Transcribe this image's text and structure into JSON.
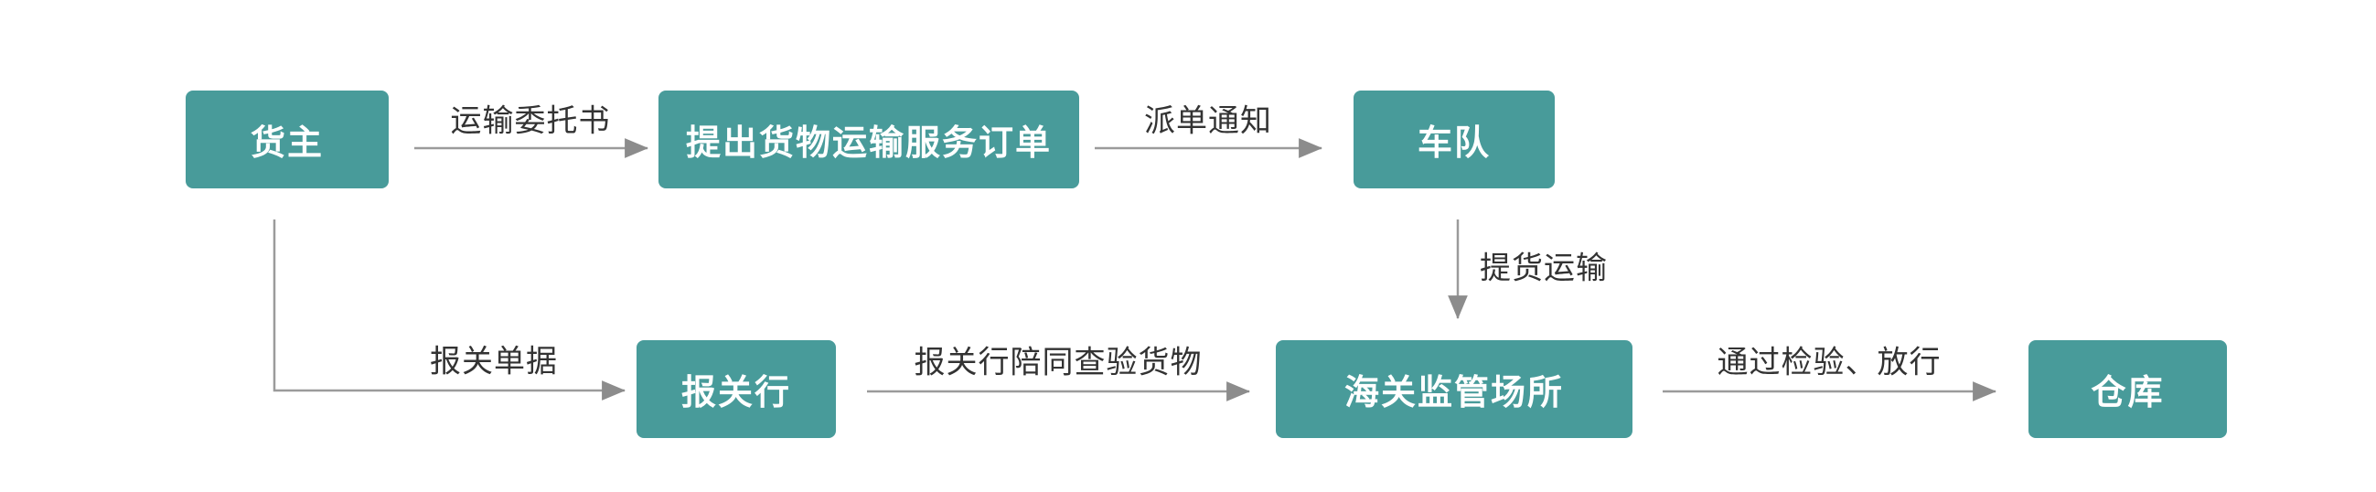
{
  "diagram": {
    "type": "flowchart",
    "colors": {
      "node": "#489b9a",
      "node_text": "#ffffff",
      "line": "#9b9b9b",
      "arrowhead": "#8c8c8c",
      "label": "#333333",
      "background": "#ffffff"
    },
    "nodes": [
      {
        "id": "cargo-owner",
        "label": "货主"
      },
      {
        "id": "transport-order",
        "label": "提出货物运输服务订单"
      },
      {
        "id": "fleet",
        "label": "车队"
      },
      {
        "id": "customs-broker",
        "label": "报关行"
      },
      {
        "id": "customs-site",
        "label": "海关监管场所"
      },
      {
        "id": "warehouse",
        "label": "仓库"
      }
    ],
    "edges": [
      {
        "from": "cargo-owner",
        "to": "transport-order",
        "label": "运输委托书"
      },
      {
        "from": "transport-order",
        "to": "fleet",
        "label": "派单通知"
      },
      {
        "from": "fleet",
        "to": "customs-site",
        "label": "提货运输"
      },
      {
        "from": "cargo-owner",
        "to": "customs-broker",
        "label": "报关单据"
      },
      {
        "from": "customs-broker",
        "to": "customs-site",
        "label": "报关行陪同查验货物"
      },
      {
        "from": "customs-site",
        "to": "warehouse",
        "label": "通过检验、放行"
      }
    ]
  }
}
